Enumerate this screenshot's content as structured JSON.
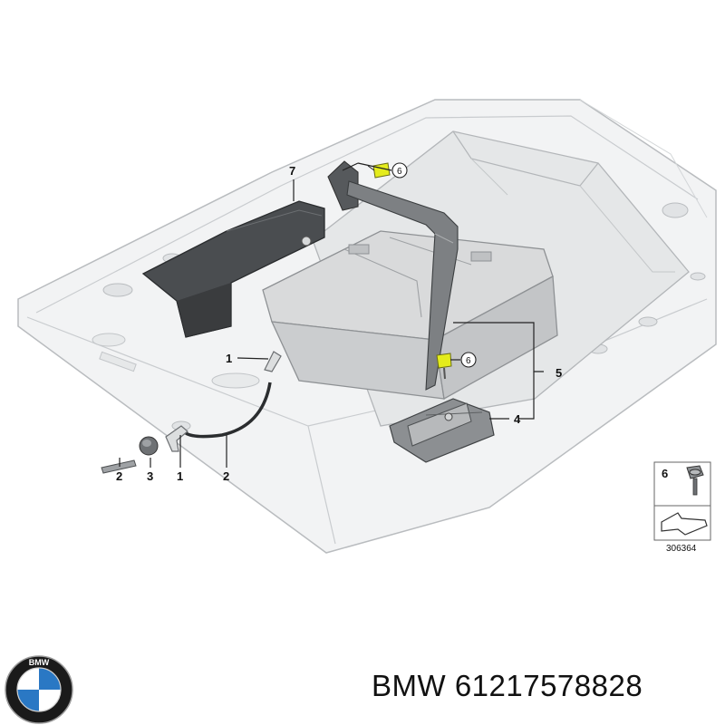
{
  "diagram": {
    "callouts": [
      {
        "id": "7",
        "label": "7"
      },
      {
        "id": "6a",
        "label": "6"
      },
      {
        "id": "6b",
        "label": "6"
      },
      {
        "id": "1a",
        "label": "1"
      },
      {
        "id": "5",
        "label": "5"
      },
      {
        "id": "4",
        "label": "4"
      },
      {
        "id": "2a",
        "label": "2"
      },
      {
        "id": "3",
        "label": "3"
      },
      {
        "id": "1b",
        "label": "1"
      },
      {
        "id": "2b",
        "label": "2"
      }
    ],
    "legend": {
      "part_label": "6",
      "reference_number": "306364"
    }
  },
  "caption": {
    "brand": "BMW",
    "part_number": "61217578828",
    "text": "BMW 61217578828"
  },
  "logo": {
    "letters": "BMW"
  },
  "colors": {
    "panel": "#f2f3f4",
    "panel_edge": "#b9bcbf",
    "battery": "#d9dadb",
    "bracket": "#56595c",
    "cover": "#4a4d50",
    "bolt_accent": "#e4ec1c",
    "logo_blue": "#2a78c4"
  }
}
